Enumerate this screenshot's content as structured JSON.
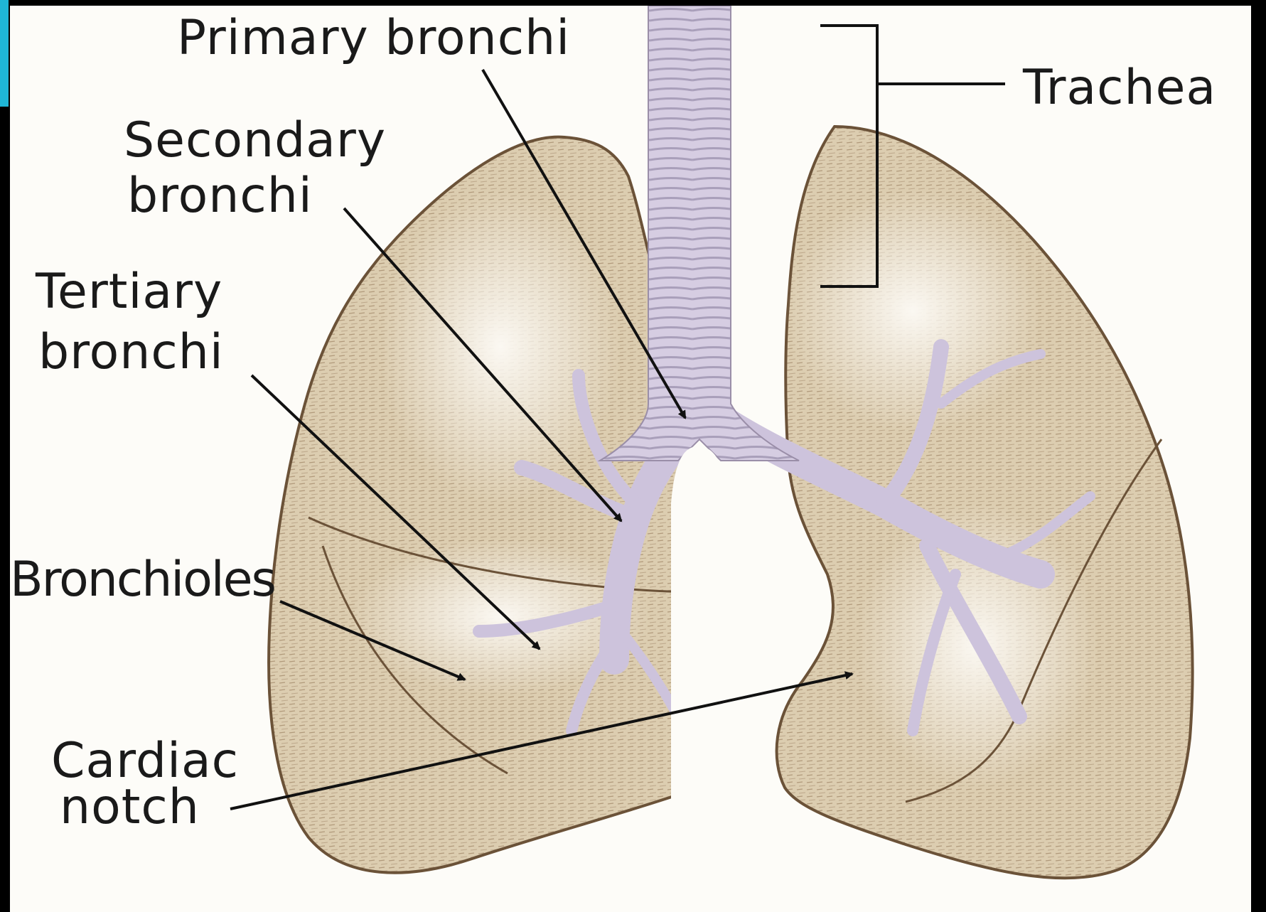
{
  "labels": {
    "primary_bronchi": "Primary bronchi",
    "trachea": "Trachea",
    "secondary_bronchi": [
      "Secondary",
      "bronchi"
    ],
    "tertiary_bronchi": [
      "Tertiary",
      "bronchi"
    ],
    "bronchioles": "Bronchioles",
    "cardiac_notch": [
      "Cardiac",
      "notch"
    ]
  },
  "colors": {
    "lung_fill": "#dccdb0",
    "lung_light": "#f3ede2",
    "lung_outline": "#7a5f42",
    "airway": "#cdc3dc",
    "trachea_ring": "#a99fba",
    "background": "#fdfcf8",
    "frame": "#000000",
    "accent": "#1fb6d6"
  }
}
